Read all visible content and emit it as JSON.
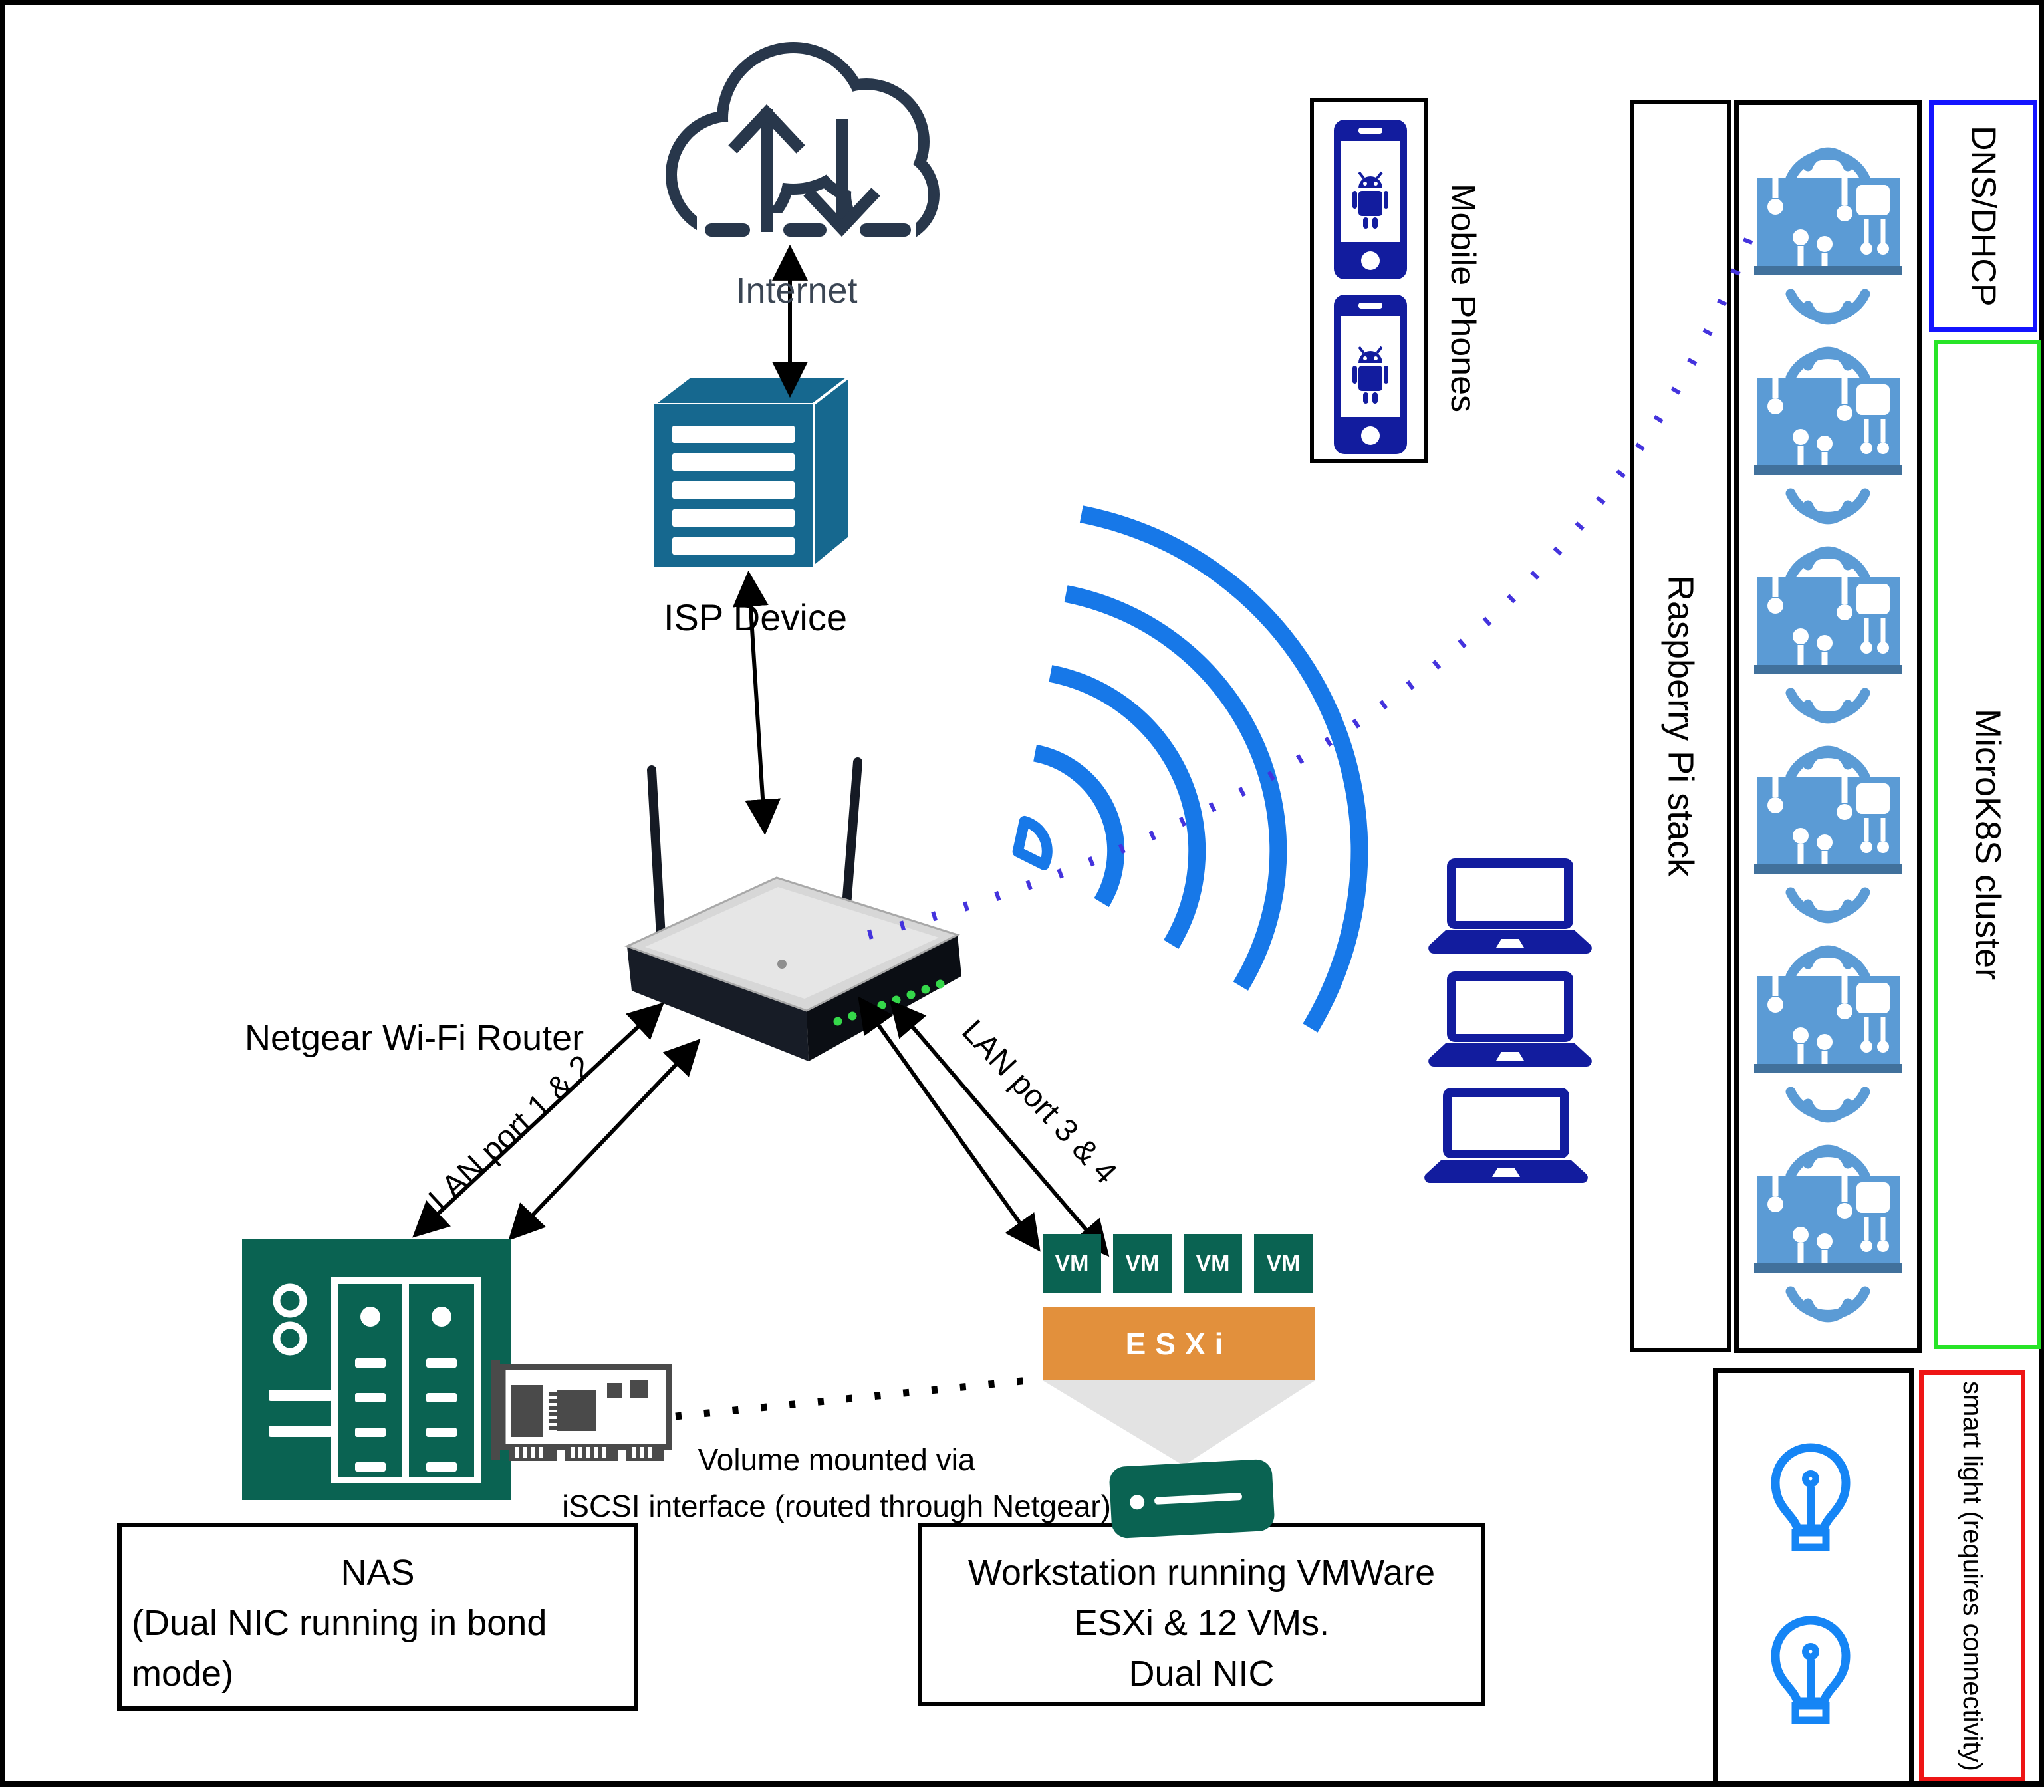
{
  "diagram": {
    "internet_label": "Internet",
    "isp_label": "ISP Device",
    "router_label": "Netgear Wi-Fi Router",
    "lan12_label": "LAN port 1 & 2",
    "lan34_label": "LAN port 3 & 4",
    "nas_label_line1": "NAS",
    "nas_label_line2": "(Dual NIC running in bond mode)",
    "volume_note_line1": "Volume mounted via",
    "volume_note_line2": "iSCSI interface (routed through Netgear)",
    "vm_label": "VM",
    "esxi_label": "ESXi",
    "workstation_line1": "Workstation running VMWare",
    "workstation_line2": "ESXi & 12 VMs.",
    "workstation_line3": "Dual NIC",
    "mobile_phones_label": "Mobile Phones",
    "raspberry_label": "Raspberry Pi stack",
    "dns_label": "DNS/DHCP",
    "microk8s_label": "MicroK8S cluster",
    "smart_light_label": "smart light (requires connectivity)"
  },
  "counts": {
    "vms": 4,
    "raspberry_pis": 6,
    "laptops": 3,
    "phones": 2,
    "bulbs": 2
  },
  "colors": {
    "nas_green": "#0a6352",
    "esxi_orange": "#e2903c",
    "device_blue": "#121c9e",
    "pi_blue": "#5b9bd5",
    "pi_blue_dark": "#41719c",
    "wifi_blue": "#1778e8",
    "bulb_blue": "#1585f5",
    "cloud_navy": "#28374b",
    "isp_teal": "#16688f",
    "dotted_blue": "#4433dd",
    "dns_border": "#1414ff",
    "microk8s_border": "#27e427",
    "smartlight_border": "#ee1515",
    "label_slate": "#3a4553"
  }
}
